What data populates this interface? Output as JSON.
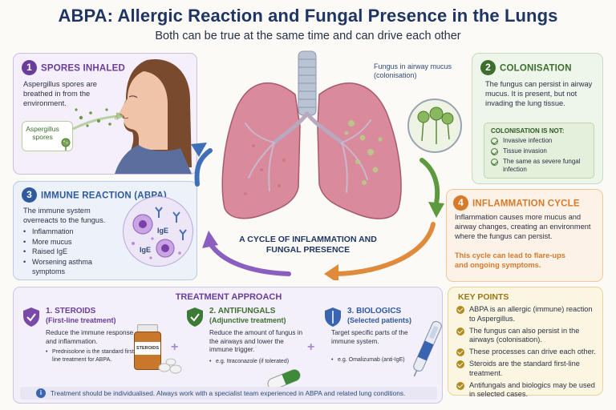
{
  "header": {
    "title": "ABPA: Allergic Reaction and Fungal Presence in the Lungs",
    "subtitle": "Both can be true at the same time and can drive each other"
  },
  "panel1": {
    "number": "1",
    "heading": "SPORES INHALED",
    "text": "Aspergillus spores are breathed in from the environment.",
    "spore_label": "Aspergillus spores"
  },
  "panel2": {
    "number": "2",
    "heading": "COLONISATION",
    "text": "The fungus can persist in airway mucus. It is present, but not invading the lung tissue.",
    "not_box": {
      "heading": "COLONISATION IS NOT:",
      "items": [
        "Invasive infection",
        "Tissue invasion",
        "The same as severe fungal infection"
      ]
    }
  },
  "panel3": {
    "number": "3",
    "heading": "IMMUNE REACTION (ABPA)",
    "text": "The immune system overreacts to the fungus.",
    "bullets": [
      "Inflammation",
      "More mucus",
      "Raised IgE",
      "Worsening asthma symptoms"
    ],
    "ige_labels": [
      "IgE",
      "IgE"
    ]
  },
  "panel4": {
    "number": "4",
    "heading": "INFLAMMATION CYCLE",
    "text": "Inflammation causes more mucus and airway changes, creating an environment where the fungus can persist.",
    "emphasis": "This cycle can lead to flare-ups and ongoing symptoms."
  },
  "lungs": {
    "fungus_label": "Fungus in airway mucus (colonisation)",
    "cycle_label": "A CYCLE OF INFLAMMATION AND FUNGAL PRESENCE"
  },
  "treatment": {
    "heading": "TREATMENT APPROACH",
    "items": [
      {
        "title": "1. STEROIDS",
        "subtitle": "(First-line treatment)",
        "text": "Reduce the immune response and inflammation.",
        "bullet": "Prednisolone is the standard first-line treatment for ABPA.",
        "bottle_label": "STEROIDS"
      },
      {
        "title": "2. ANTIFUNGALS",
        "subtitle": "(Adjunctive treatment)",
        "text": "Reduce the amount of fungus in the airways and lower the immune trigger.",
        "bullet": "e.g. Itraconazole (if tolerated)"
      },
      {
        "title": "3. BIOLOGICS",
        "subtitle": "(Selected patients)",
        "text": "Target specific parts of the immune system.",
        "bullet": "e.g. Omalizumab (anti-IgE)"
      }
    ],
    "plus": [
      "+",
      "+"
    ],
    "note_icon": "i",
    "note": "Treatment should be individualised. Always work with a specialist team experienced in ABPA and related lung conditions."
  },
  "key_points": {
    "heading": "KEY POINTS",
    "items": [
      "ABPA is an allergic (immune) reaction to Aspergillus.",
      "The fungus can also persist in the airways (colonisation).",
      "These processes can drive each other.",
      "Steroids are the standard first-line treatment.",
      "Antifungals and biologics may be used in selected cases."
    ]
  },
  "colors": {
    "title": "#1f3563",
    "purple": "#6a3d9a",
    "blue": "#2f5a9e",
    "green": "#3d6e2e",
    "orange": "#d9792a",
    "gold": "#b28a1d",
    "lung": "#c97a8c"
  }
}
